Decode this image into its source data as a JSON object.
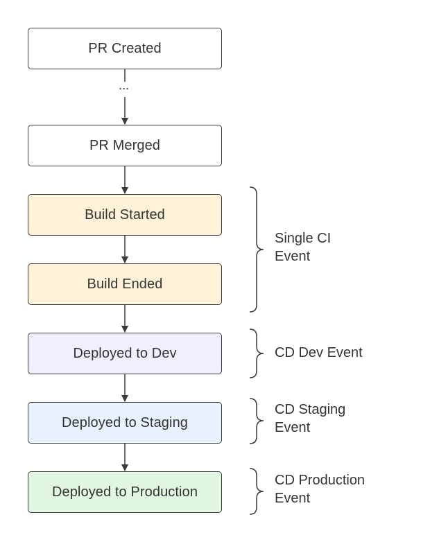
{
  "nodes": {
    "pr_created": "PR Created",
    "pr_merged": "PR Merged",
    "build_started": "Build Started",
    "build_ended": "Build Ended",
    "deployed_dev": "Deployed to Dev",
    "deployed_staging": "Deployed to Staging",
    "deployed_production": "Deployed to Production"
  },
  "ellipsis": "...",
  "groups": {
    "ci": {
      "line1": "Single CI",
      "line2": "Event"
    },
    "cd_dev": {
      "line1": "CD Dev Event"
    },
    "cd_staging": {
      "line1": "CD Staging",
      "line2": "Event"
    },
    "cd_production": {
      "line1": "CD Production",
      "line2": "Event"
    }
  },
  "colors": {
    "node_white": "#ffffff",
    "build_fill": "#fff2d9",
    "dev_fill": "#efefff",
    "staging_fill": "#e8f2ff",
    "production_fill": "#e2f7e2",
    "stroke": "#3a3a3a"
  }
}
